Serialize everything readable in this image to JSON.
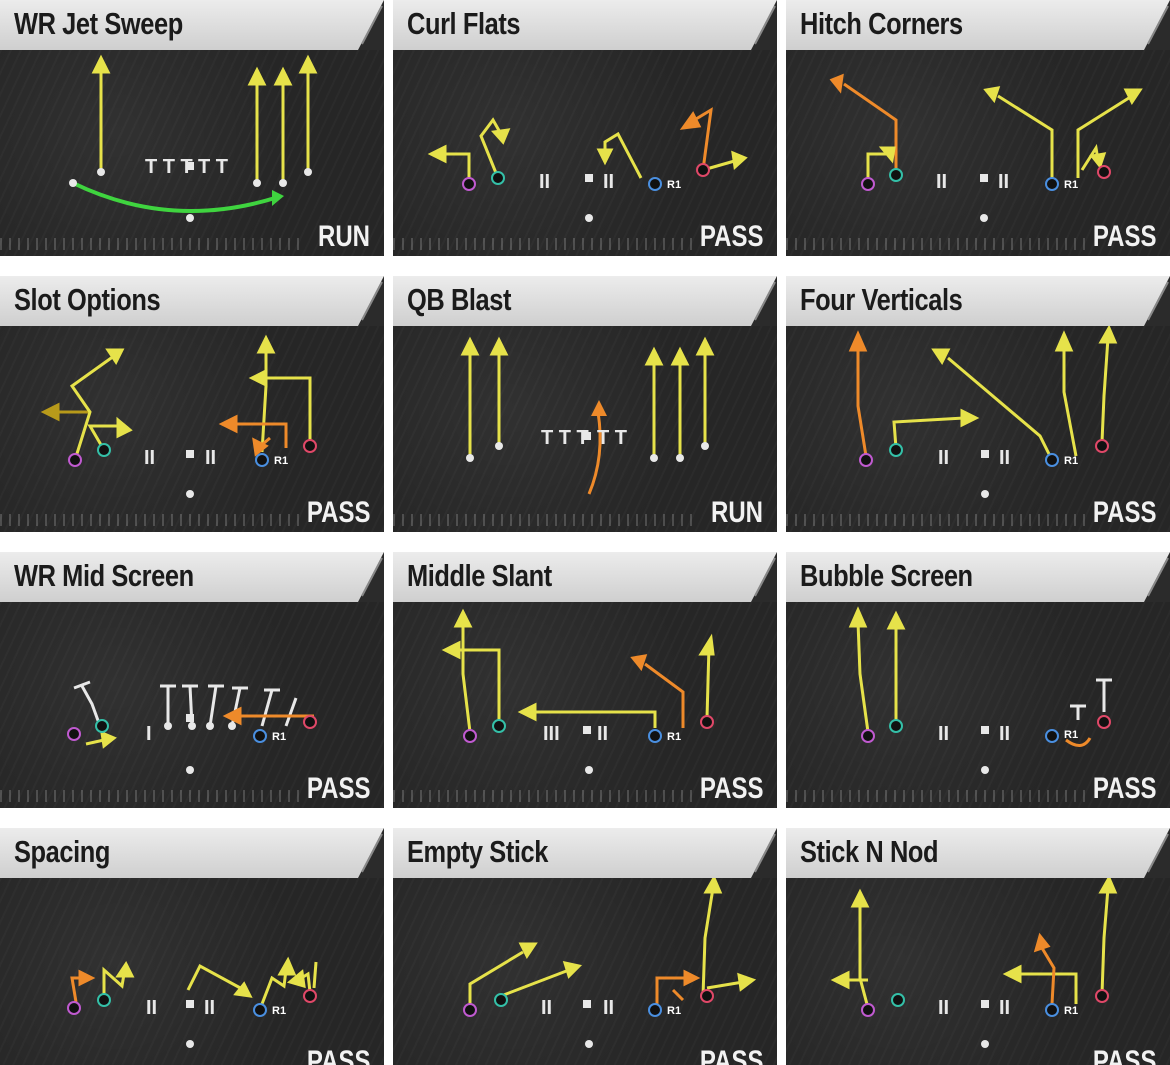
{
  "plays": [
    {
      "name": "WR Jet Sweep",
      "type": "RUN"
    },
    {
      "name": "Curl Flats",
      "type": "PASS"
    },
    {
      "name": "Hitch Corners",
      "type": "PASS"
    },
    {
      "name": "Slot Options",
      "type": "PASS"
    },
    {
      "name": "QB Blast",
      "type": "RUN"
    },
    {
      "name": "Four Verticals",
      "type": "PASS"
    },
    {
      "name": "WR Mid Screen",
      "type": "PASS"
    },
    {
      "name": "Middle Slant",
      "type": "PASS"
    },
    {
      "name": "Bubble Screen",
      "type": "PASS"
    },
    {
      "name": "Spacing",
      "type": "PASS"
    },
    {
      "name": "Empty Stick",
      "type": "PASS"
    },
    {
      "name": "Stick N Nod",
      "type": "PASS"
    }
  ],
  "button_label": "R1",
  "colors": {
    "primary_route": "#e6e24a",
    "hot_route": "#ee8a2a",
    "motion_route": "#3fd43f",
    "block": "#e8e8e8",
    "square_button": "#c05ad0",
    "triangle_button": "#34c0a8",
    "cross_button": "#4a8fe0",
    "circle_button": "#e04868"
  }
}
